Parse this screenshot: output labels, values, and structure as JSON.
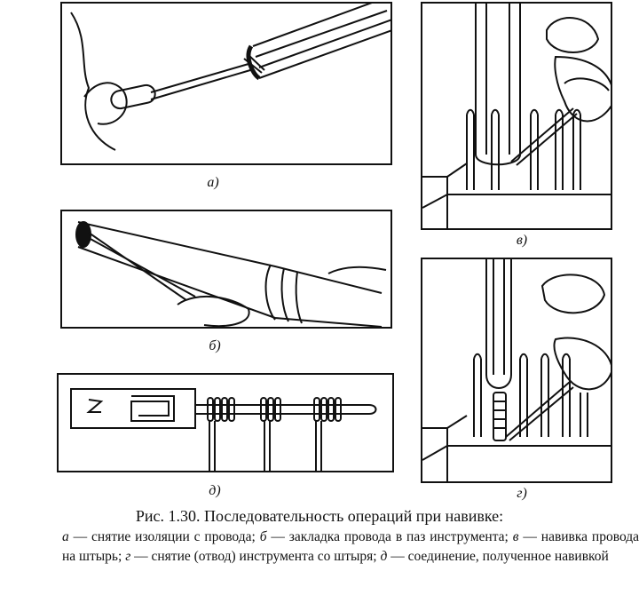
{
  "panels": {
    "a": {
      "label": "а)"
    },
    "b": {
      "label": "б)"
    },
    "v": {
      "label": "в)"
    },
    "g": {
      "label": "г)"
    },
    "d": {
      "label": "д)"
    }
  },
  "caption": {
    "title": "Рис. 1.30. Последовательность операций при навивке:",
    "items": [
      {
        "letter": "а",
        "text": " — снятие изоляции с провода; "
      },
      {
        "letter": "б",
        "text": " — закладка провода в паз инструмента; "
      },
      {
        "letter": "в",
        "text": " — навивка провода на штырь; "
      },
      {
        "letter": "г",
        "text": " — снятие (отвод) инструмента со штыря; "
      },
      {
        "letter": "д",
        "text": " — соединение, полученное навивкой"
      }
    ]
  }
}
